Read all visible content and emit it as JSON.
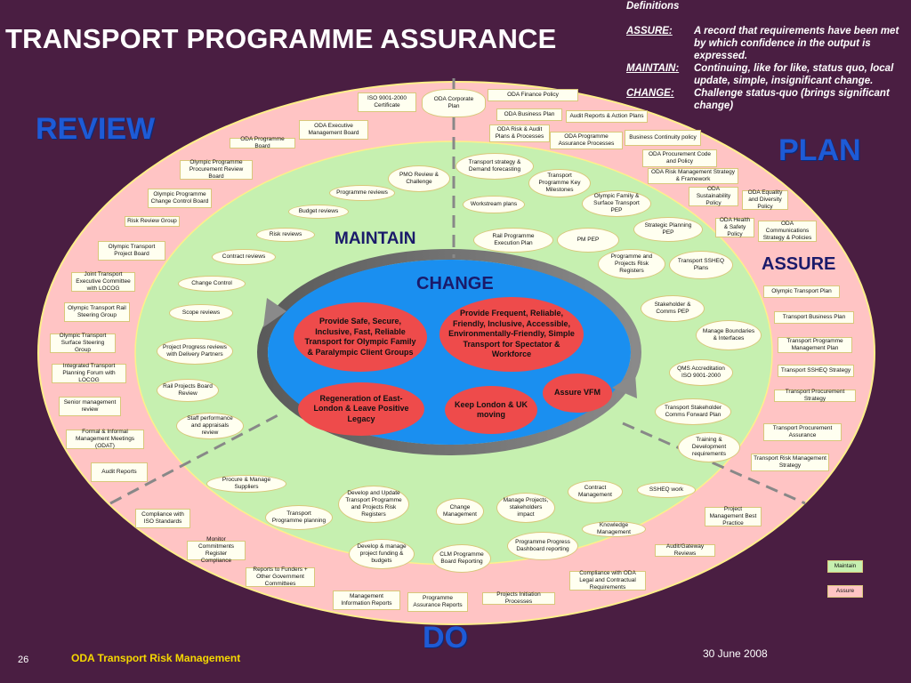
{
  "title": "TRANSPORT PROGRAMME ASSURANCE",
  "definitions": {
    "heading": "Definitions",
    "items": [
      {
        "term": "ASSURE:",
        "text": "A record that requirements have been met by which confidence in the output is expressed."
      },
      {
        "term": "MAINTAIN:",
        "text": "Continuing, like for like, status quo, local update, simple, insignificant change."
      },
      {
        "term": "CHANGE:",
        "text": "Challenge status-quo (brings significant change)"
      }
    ]
  },
  "zones": {
    "review": "REVIEW",
    "plan": "PLAN",
    "do": "DO",
    "maintain": "MAINTAIN",
    "assure": "ASSURE",
    "change": "CHANGE"
  },
  "core": [
    "Provide Safe, Secure, Inclusive, Fast, Reliable Transport for Olympic Family & Paralympic Client Groups",
    "Provide Frequent, Reliable, Friendly, Inclusive, Accessible, Environmentally-Friendly, Simple Transport for Spectator & Workforce",
    "Regeneration of East-London & Leave Positive Legacy",
    "Keep London & UK moving",
    "Assure VFM"
  ],
  "outer": [
    "ISO 9001-2000 Certificate",
    "ODA Corporate Plan",
    "ODA Finance Policy",
    "ODA Executive Management Board",
    "ODA Business Plan",
    "Audit Reports & Action Plans",
    "ODA Programme Board",
    "ODA Risk & Audit Plans & Processes",
    "ODA Programme Assurance Processes",
    "Business Continuity policy",
    "Olympic Programme Procurement Review Board",
    "ODA Procurement Code and Policy",
    "ODA Risk Management Strategy & Framework",
    "Olympic Programme Change Control Board",
    "ODA Sustainability Policy",
    "ODA Equality and Diversity Policy",
    "Risk Review Group",
    "ODA Health & Safety Policy",
    "ODA Communications Strategy & Policies",
    "Olympic Transport Project Board",
    "Joint Transport Executive Committee with LOCOG",
    "Olympic Transport Plan",
    "Olympic Transport Rail Steering Group",
    "Transport Business Plan",
    "Olympic Transport Surface Steering Group",
    "Transport Programme Management Plan",
    "Integrated Transport Planning Forum with LOCOG",
    "Transport SSHEQ Strategy",
    "Senior management review",
    "Transport Procurement Strategy",
    "Formal & Informal Management Meetings (ODAT)",
    "Transport Procurement Assurance",
    "Audit Reports",
    "Transport Risk Management Strategy",
    "Compliance with ISO Standards",
    "Project Management Best Practice",
    "Monitor Commitments Register Compliance",
    "Audit/Gateway Reviews",
    "Reports to Funders + Other Government Committees",
    "Compliance with ODA Legal and Contractual Requirements",
    "Management Information Reports",
    "Programme Assurance Reports",
    "Projects Initiation Processes"
  ],
  "inner": [
    "Transport strategy & Demand forecasting",
    "PMO Review & Challenge",
    "Transport Programme Key Milestones",
    "Programme reviews",
    "Olympic Family & Surface Transport PEP",
    "Workstream plans",
    "Budget reviews",
    "Strategic Planning PEP",
    "Rail Programme Execution Plan",
    "PM PEP",
    "Risk reviews",
    "Contract reviews",
    "Programme and Projects Risk Registers",
    "Transport SSHEQ Plans",
    "Change Control",
    "Stakeholder & Comms PEP",
    "Scope reviews",
    "Manage Boundaries & Interfaces",
    "Project Progress reviews with Delivery Partners",
    "QMS Accreditation ISO 9001-2000",
    "Rail Projects Board Review",
    "Transport Stakeholder Comms Forward Plan",
    "Staff performance and appraisals review",
    "Training & Development requirements",
    "Procure & Manage Suppliers",
    "Develop and Update Transport Programme and Projects Risk Registers",
    "Change Management",
    "Manage Projects, stakeholders impact",
    "Contract Management",
    "SSHEQ work",
    "Transport Programme planning",
    "Knowledge Management",
    "Develop & manage project funding & budgets",
    "CLM Programme Board Reporting",
    "Programme Progress Dashboard reporting"
  ],
  "legend": [
    "Maintain",
    "Assure"
  ],
  "footer": {
    "page": "26",
    "title": "ODA Transport Risk Management",
    "date": "30 June 2008"
  },
  "colors": {
    "background": "#4a1e42",
    "outer_ring": "#ffc4c4",
    "middle_ring": "#c6f0b0",
    "core": "#1a8ff0",
    "accent_blue": "#1e5bd6",
    "core_bubble": "#ee4b4b",
    "footer_title": "#f5d800"
  }
}
